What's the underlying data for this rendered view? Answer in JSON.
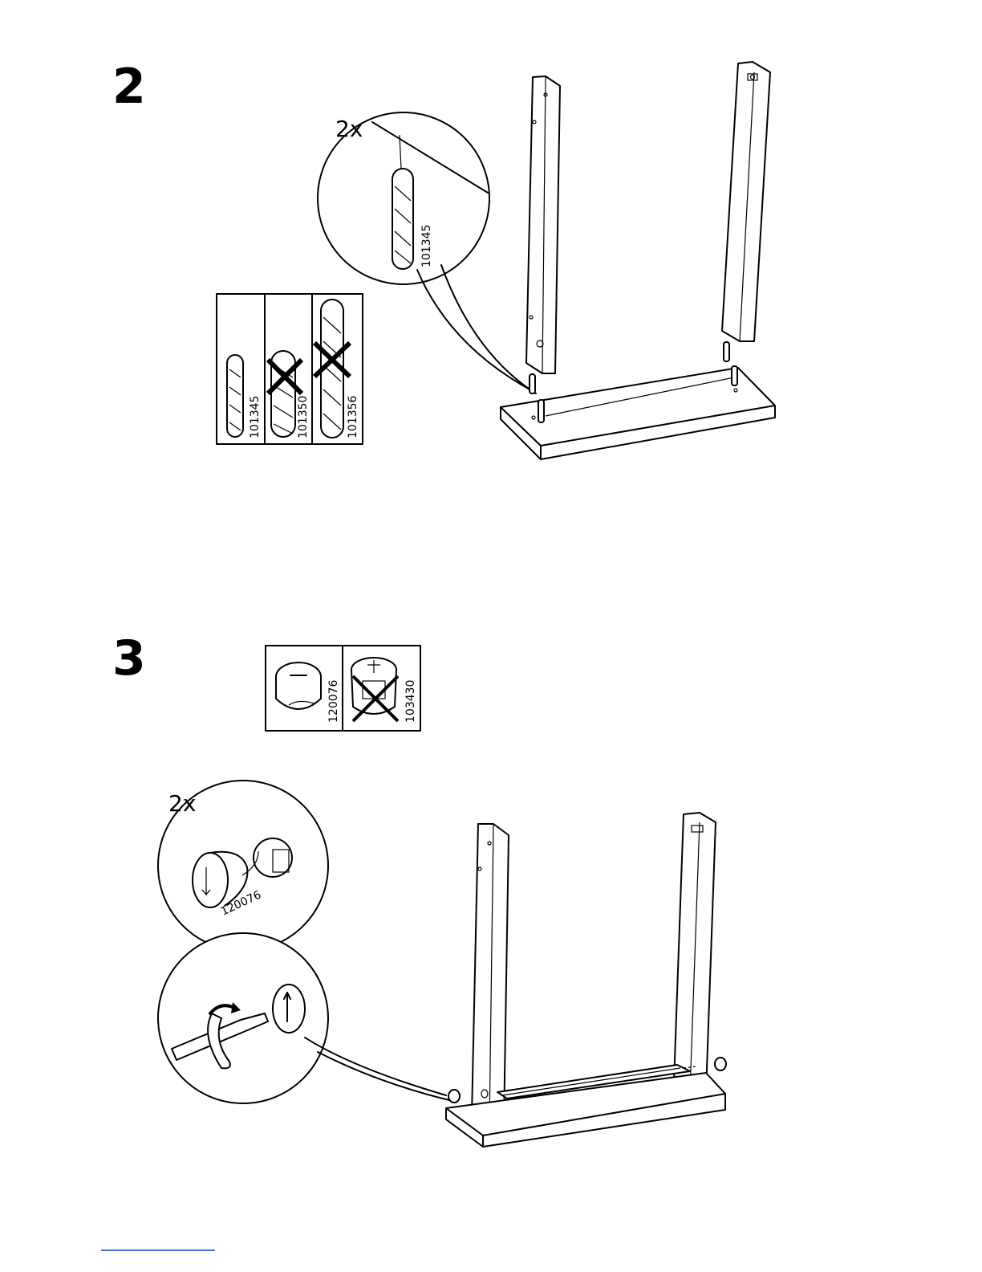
{
  "steps": [
    {
      "number": "2",
      "quantity": "2x",
      "callout_part": "101345",
      "compare": [
        {
          "part": "101345",
          "status": "correct"
        },
        {
          "part": "101350",
          "status": "wrong"
        },
        {
          "part": "101356",
          "status": "wrong"
        }
      ]
    },
    {
      "number": "3",
      "quantity": "2x",
      "callout_part": "120076",
      "compare": [
        {
          "part": "120076",
          "status": "correct"
        },
        {
          "part": "103430",
          "status": "wrong"
        }
      ]
    }
  ],
  "colors": {
    "ink": "#000000",
    "paper": "#ffffff",
    "link": "#4a6fd8"
  },
  "icons": [
    "wooden-dowel-icon",
    "cam-lock-icon",
    "screwdriver-icon",
    "cross-out-icon",
    "rotate-arrow-icon"
  ]
}
